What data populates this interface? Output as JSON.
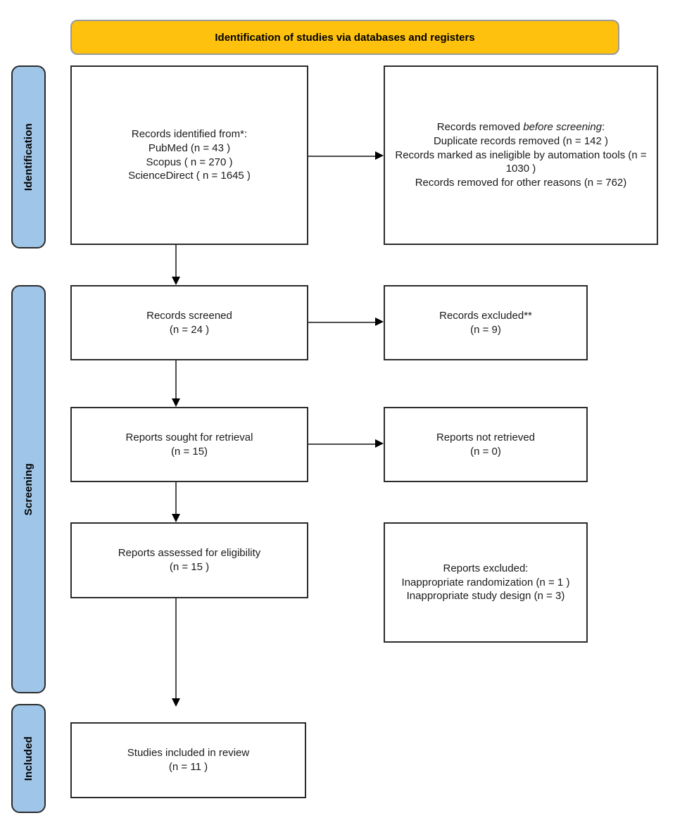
{
  "banner": {
    "label": "Identification of studies via databases and registers"
  },
  "stages": [
    {
      "label": "Identification"
    },
    {
      "label": "Screening"
    },
    {
      "label": "Included"
    }
  ],
  "colors": {
    "banner_bg": "#FEC10D",
    "stage_bg": "#9FC5E8",
    "box_border": "#2B2B2B",
    "arrow_line": "#4D4D4D",
    "arrow_head": "#000000"
  },
  "boxes": {
    "identified": {
      "lines": [
        "Records identified from*:",
        "PubMed (n = 43 )",
        "Scopus ( n = 270 )",
        "ScienceDirect ( n = 1645 )"
      ]
    },
    "removed": {
      "title_prefix": "Records removed ",
      "title_italic": "before screening",
      "title_suffix": ":",
      "lines": [
        "Duplicate records removed  (n = 142 )",
        "Records marked as ineligible by automation tools (n = 1030 )",
        "Records removed for other reasons (n = 762)"
      ]
    },
    "screened": {
      "lines": [
        "Records screened",
        "(n = 24 )"
      ]
    },
    "excluded": {
      "lines": [
        "Records excluded**",
        "(n = 9)"
      ]
    },
    "sought": {
      "lines": [
        "Reports sought for retrieval",
        "(n = 15)"
      ]
    },
    "not_retrieved": {
      "lines": [
        "Reports not retrieved",
        "(n = 0)"
      ]
    },
    "assessed": {
      "lines": [
        "Reports assessed for eligibility",
        "(n = 15 )"
      ]
    },
    "reports_excluded": {
      "lines": [
        "Reports excluded:",
        "Inappropriate randomization (n = 1 )",
        "Inappropriate study design (n = 3)"
      ]
    },
    "included_review": {
      "lines": [
        "Studies included in review",
        "(n = 11 )"
      ]
    }
  }
}
